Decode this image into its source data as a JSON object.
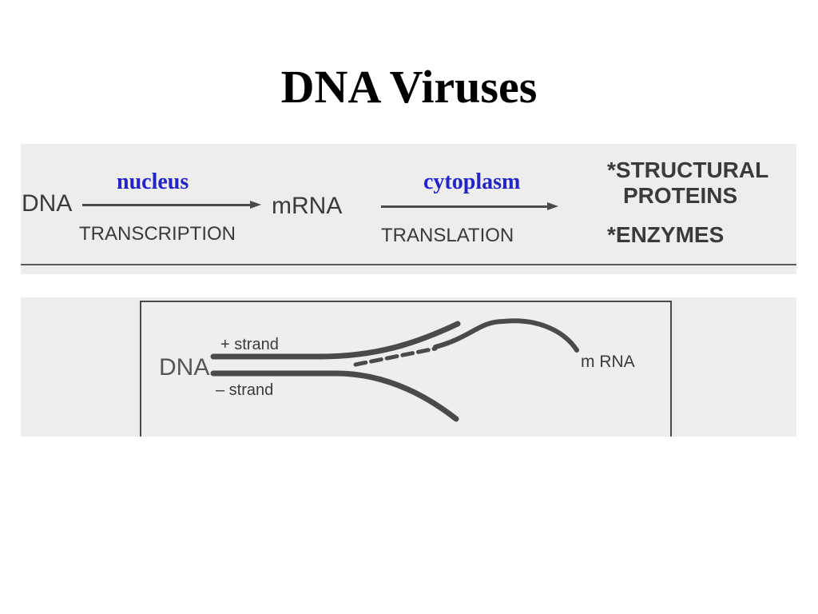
{
  "title": "DNA Viruses",
  "flow": {
    "dna": "DNA",
    "mrna": "mRNA",
    "location_1": "nucleus",
    "location_2": "cytoplasm",
    "step_1": "TRANSCRIPTION",
    "step_2": "TRANSLATION",
    "product_1_line_1": "*STRUCTURAL",
    "product_1_line_2": "PROTEINS",
    "product_2": "*ENZYMES"
  },
  "strand_diagram": {
    "dna": "DNA",
    "plus_strand": "+ strand",
    "minus_strand": "– strand",
    "mrna": "m RNA"
  },
  "colors": {
    "location_text": "#2323c8",
    "diagram_ink": "#4a4a4a",
    "panel_background": "#ededed"
  }
}
